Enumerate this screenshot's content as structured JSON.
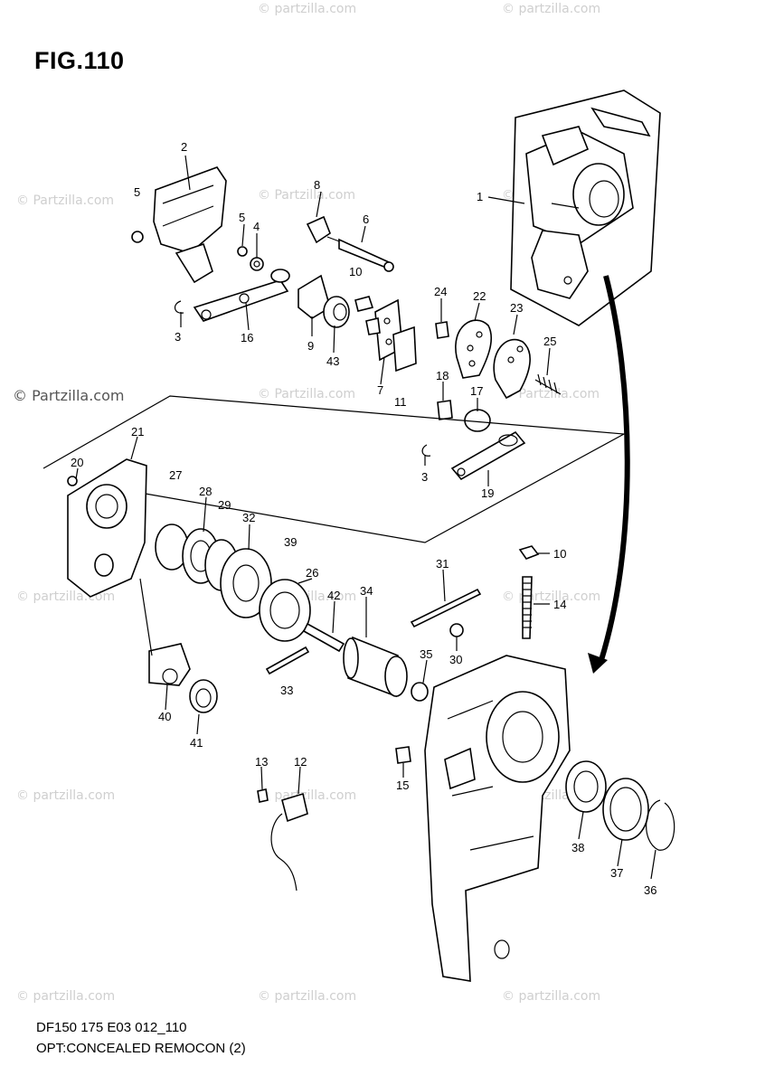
{
  "figure": {
    "title": "FIG.110",
    "footer_line1": "DF150 175 E03 012_110",
    "footer_line2": "OPT:CONCEALED REMOCON (2)"
  },
  "watermark": {
    "text": "© Partzilla.com",
    "text_lower": "© partzilla.com"
  },
  "callouts": {
    "p1": "1",
    "p2": "2",
    "p5": "5",
    "p8": "8",
    "p6": "6",
    "p5b": "5",
    "p4": "4",
    "p10a": "10",
    "p3a": "3",
    "p16": "16",
    "p9": "9",
    "p43": "43",
    "p7": "7",
    "p11": "11",
    "p24": "24",
    "p22": "22",
    "p23": "23",
    "p25": "25",
    "p18": "18",
    "p17": "17",
    "p3b": "3",
    "p19": "19",
    "p21": "21",
    "p20": "20",
    "p27": "27",
    "p28": "28",
    "p29": "29",
    "p32": "32",
    "p39": "39",
    "p26": "26",
    "p42": "42",
    "p34": "34",
    "p31": "31",
    "p10b": "10",
    "p14": "14",
    "p35a": "35",
    "p30": "30",
    "p33": "33",
    "p40": "40",
    "p41": "41",
    "p13": "13",
    "p12": "12",
    "p15": "15",
    "p38": "38",
    "p37": "37",
    "p36": "36"
  }
}
